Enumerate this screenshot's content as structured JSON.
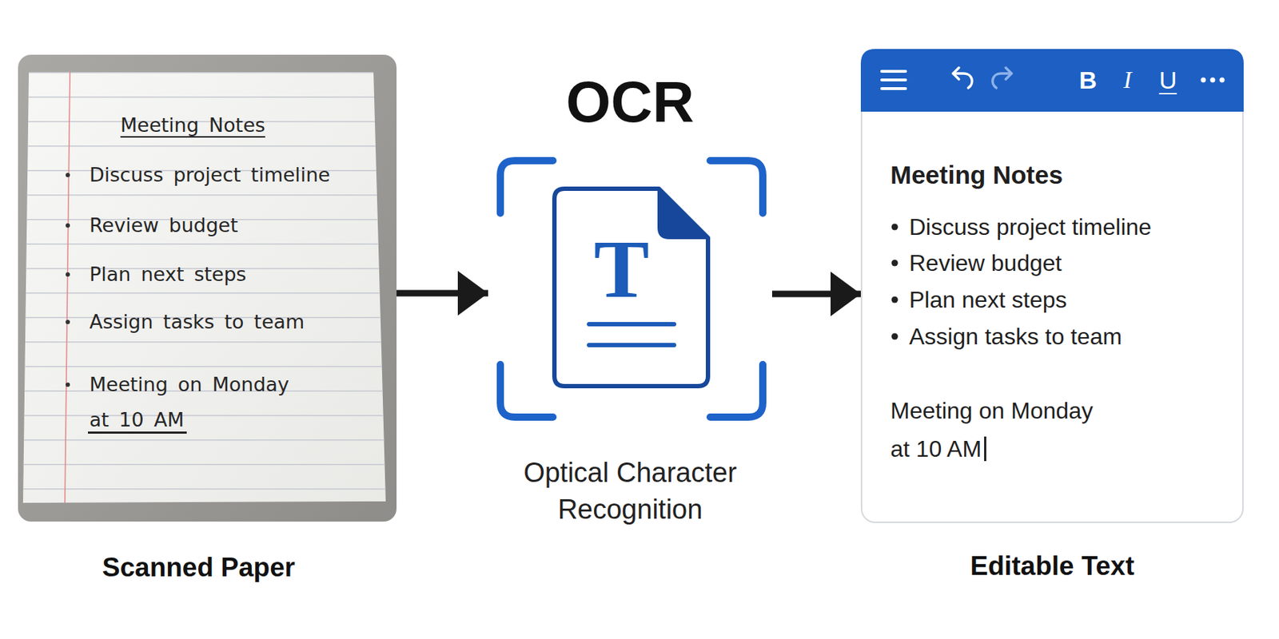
{
  "diagram": {
    "nodes": [
      {
        "text": [
          "Meeting Notes",
          "Discuss project timeline",
          "Review budget",
          "Plan next steps",
          "Assign tasks to team",
          "Meeting on Monday at 10 AM",
          "Scanned Paper"
        ]
      },
      {
        "text": [
          "OCR",
          "Optical Character Recognition"
        ]
      },
      {
        "text": [
          "Meeting Notes",
          "Discuss project timeline",
          "Review budget",
          "Plan next steps",
          "Assign tasks to team",
          "Meeting on Monday at 10 AM",
          "Editable Text"
        ]
      }
    ],
    "edges": [
      {
        "from": 0,
        "to": 1,
        "arrow": "to"
      },
      {
        "from": 1,
        "to": 2,
        "arrow": "to"
      }
    ],
    "labels": [
      "T",
      "B",
      "I",
      "U"
    ]
  }
}
